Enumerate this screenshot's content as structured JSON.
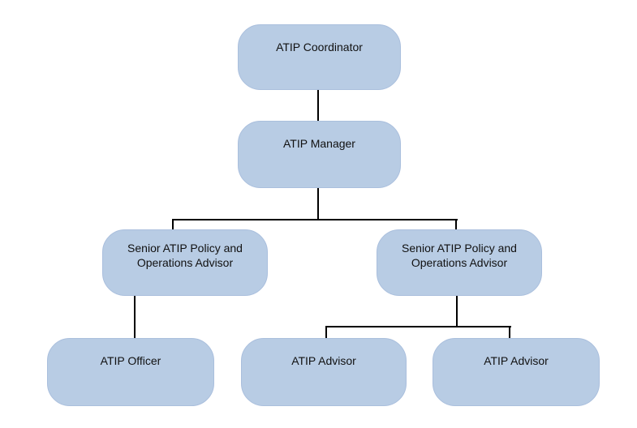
{
  "diagram": {
    "type": "org-chart",
    "colors": {
      "background": "#ffffff",
      "node_fill": "#b8cce4",
      "node_border": "#aabfdd",
      "connector": "#000000",
      "text": "#111111"
    },
    "nodes": [
      {
        "id": "coordinator",
        "label": "ATIP Coordinator",
        "reports_to": null
      },
      {
        "id": "manager",
        "label": "ATIP Manager",
        "reports_to": "coordinator"
      },
      {
        "id": "senior-advisor-left",
        "label": "Senior ATIP Policy and Operations Advisor",
        "reports_to": "manager"
      },
      {
        "id": "senior-advisor-right",
        "label": "Senior ATIP Policy and Operations Advisor",
        "reports_to": "manager"
      },
      {
        "id": "officer",
        "label": "ATIP Officer",
        "reports_to": "senior-advisor-left"
      },
      {
        "id": "advisor-1",
        "label": "ATIP Advisor",
        "reports_to": "senior-advisor-right"
      },
      {
        "id": "advisor-2",
        "label": "ATIP Advisor",
        "reports_to": "senior-advisor-right"
      }
    ]
  }
}
